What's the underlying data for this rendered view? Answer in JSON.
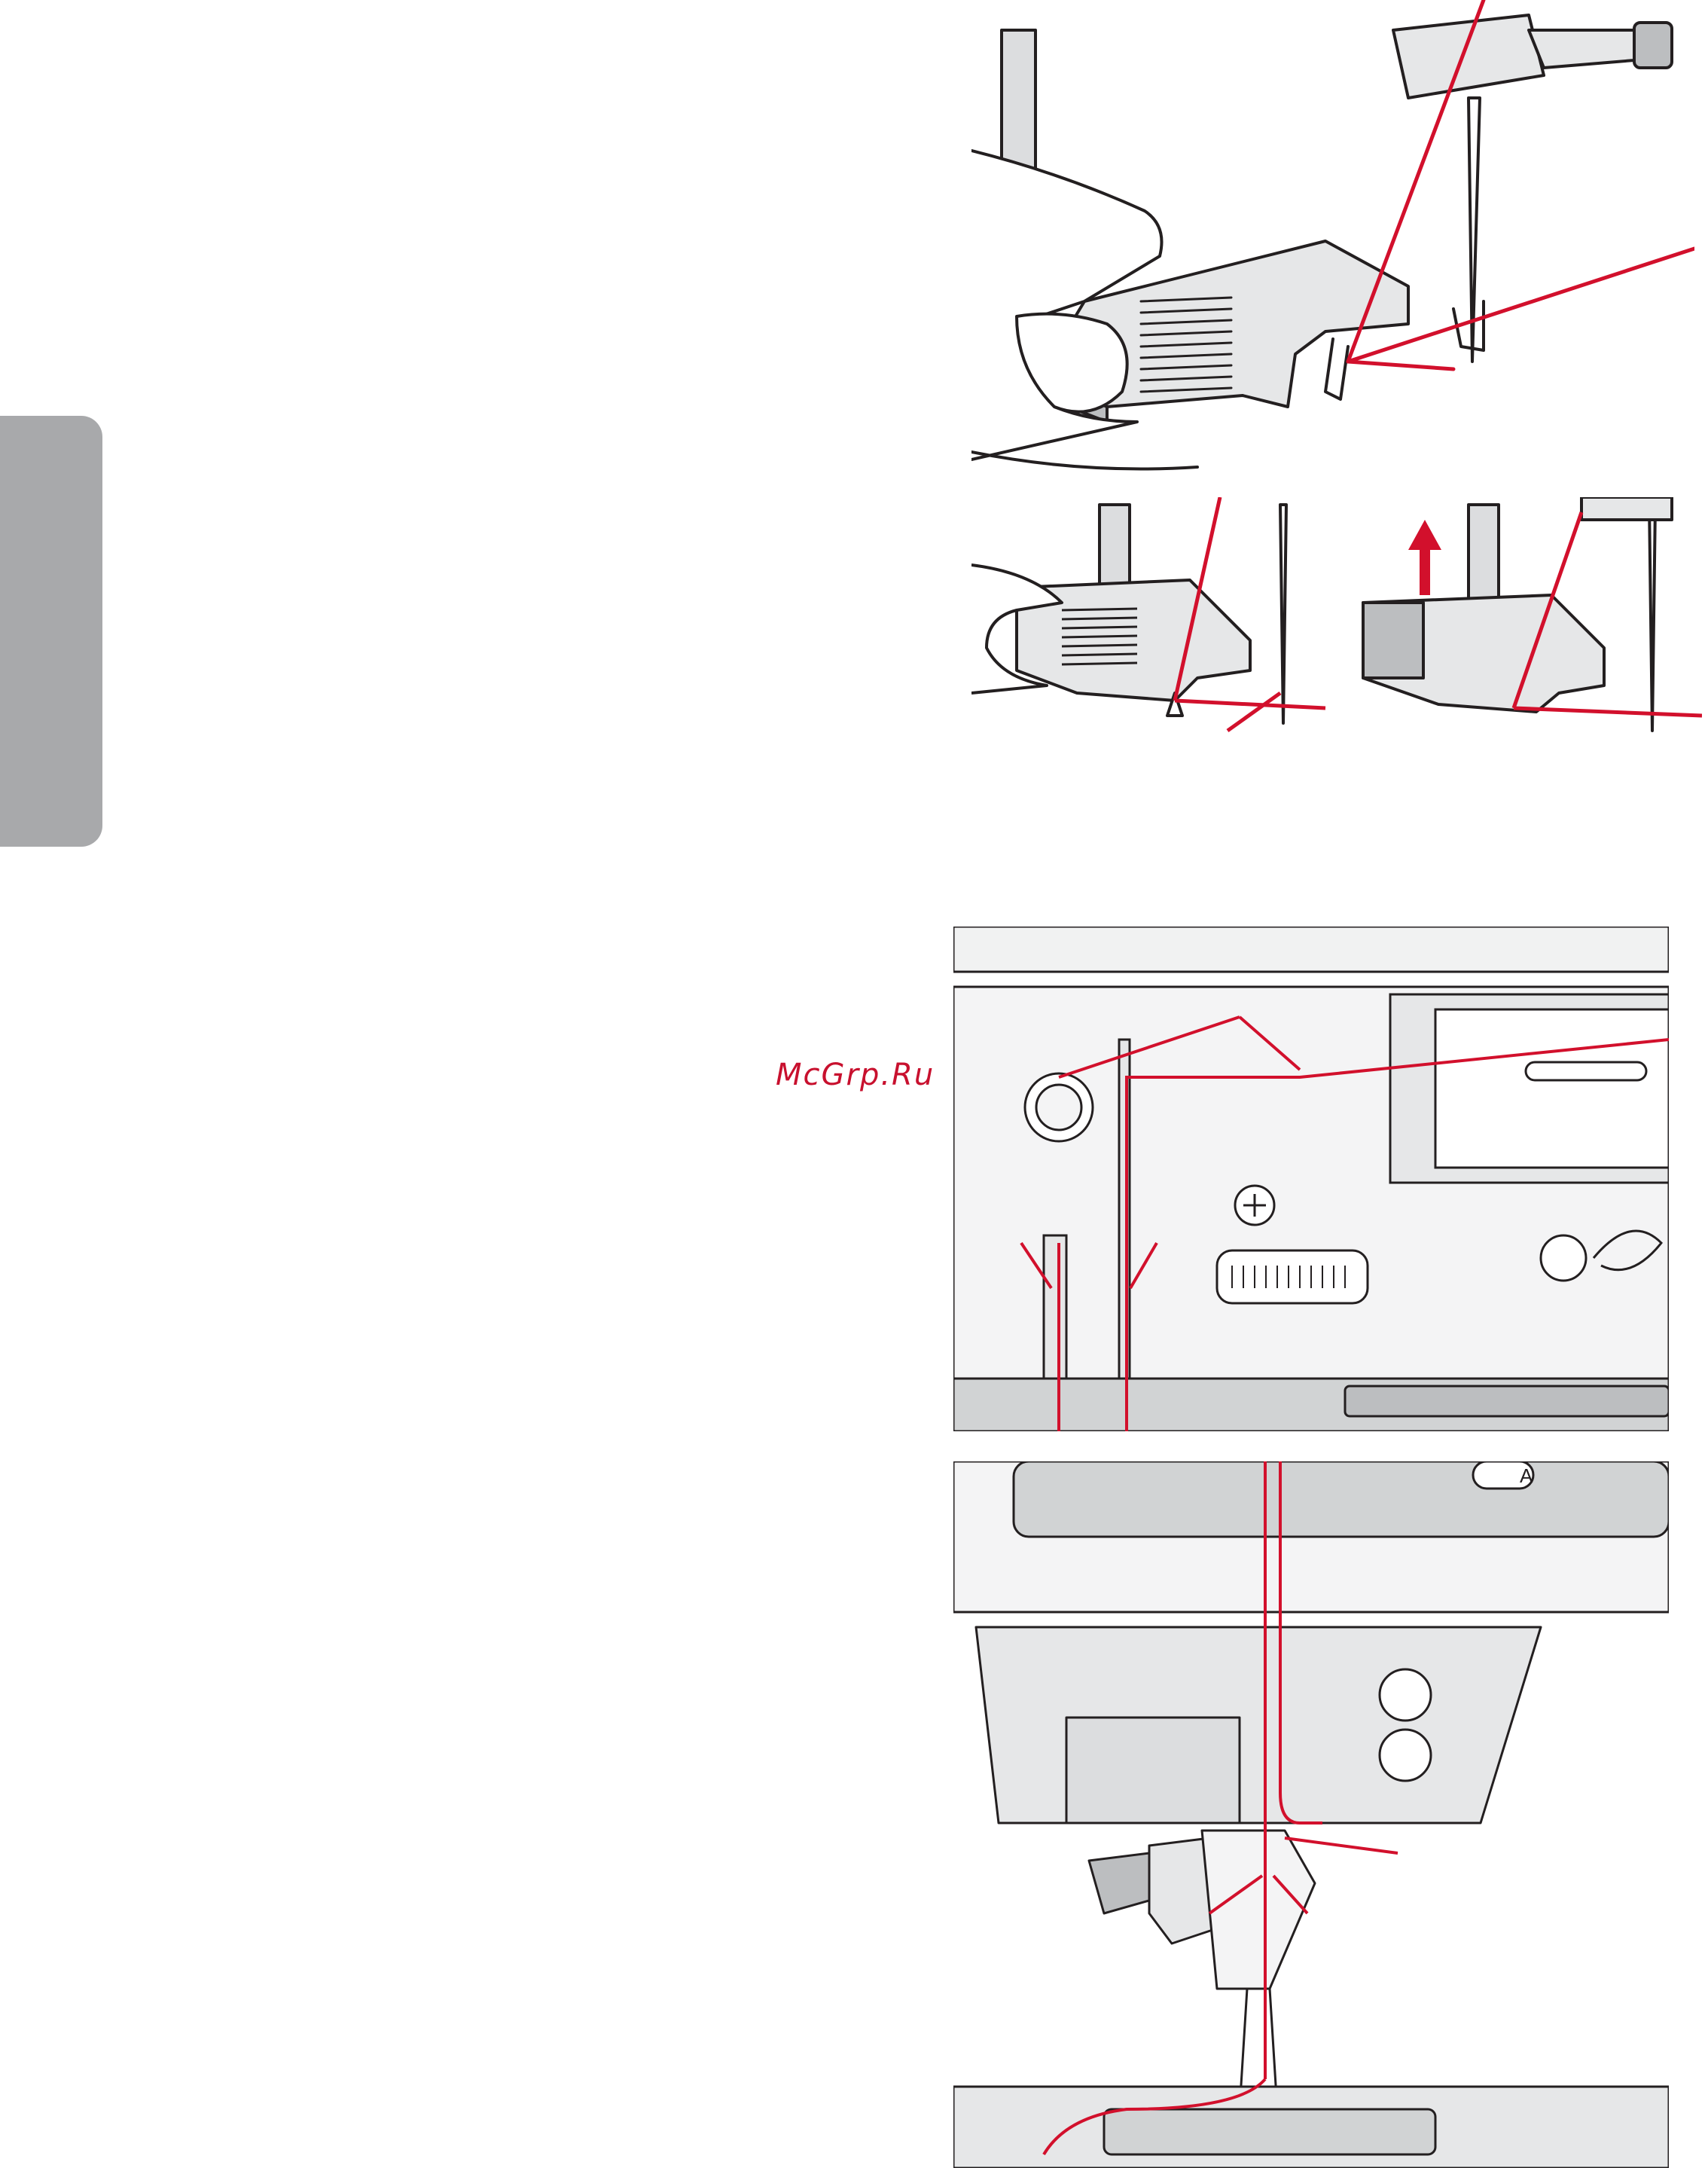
{
  "watermark": {
    "text": "McGrp.Ru"
  },
  "figures": {
    "threader_closeup": {
      "icon": "needle-threader-illustration"
    },
    "threader_lower_step": {
      "icon": "threader-lowered-illustration"
    },
    "threader_raised_step": {
      "icon": "threader-raised-illustration"
    },
    "machine_top_threading": {
      "icon": "thread-path-top-illustration"
    },
    "needle_area": {
      "icon": "needle-area-illustration",
      "button_label": "A"
    }
  },
  "colors": {
    "thread": "#d2102c",
    "sidetab": "#a8a9ab",
    "outline": "#231f20",
    "panel": "#e6e7e8"
  }
}
